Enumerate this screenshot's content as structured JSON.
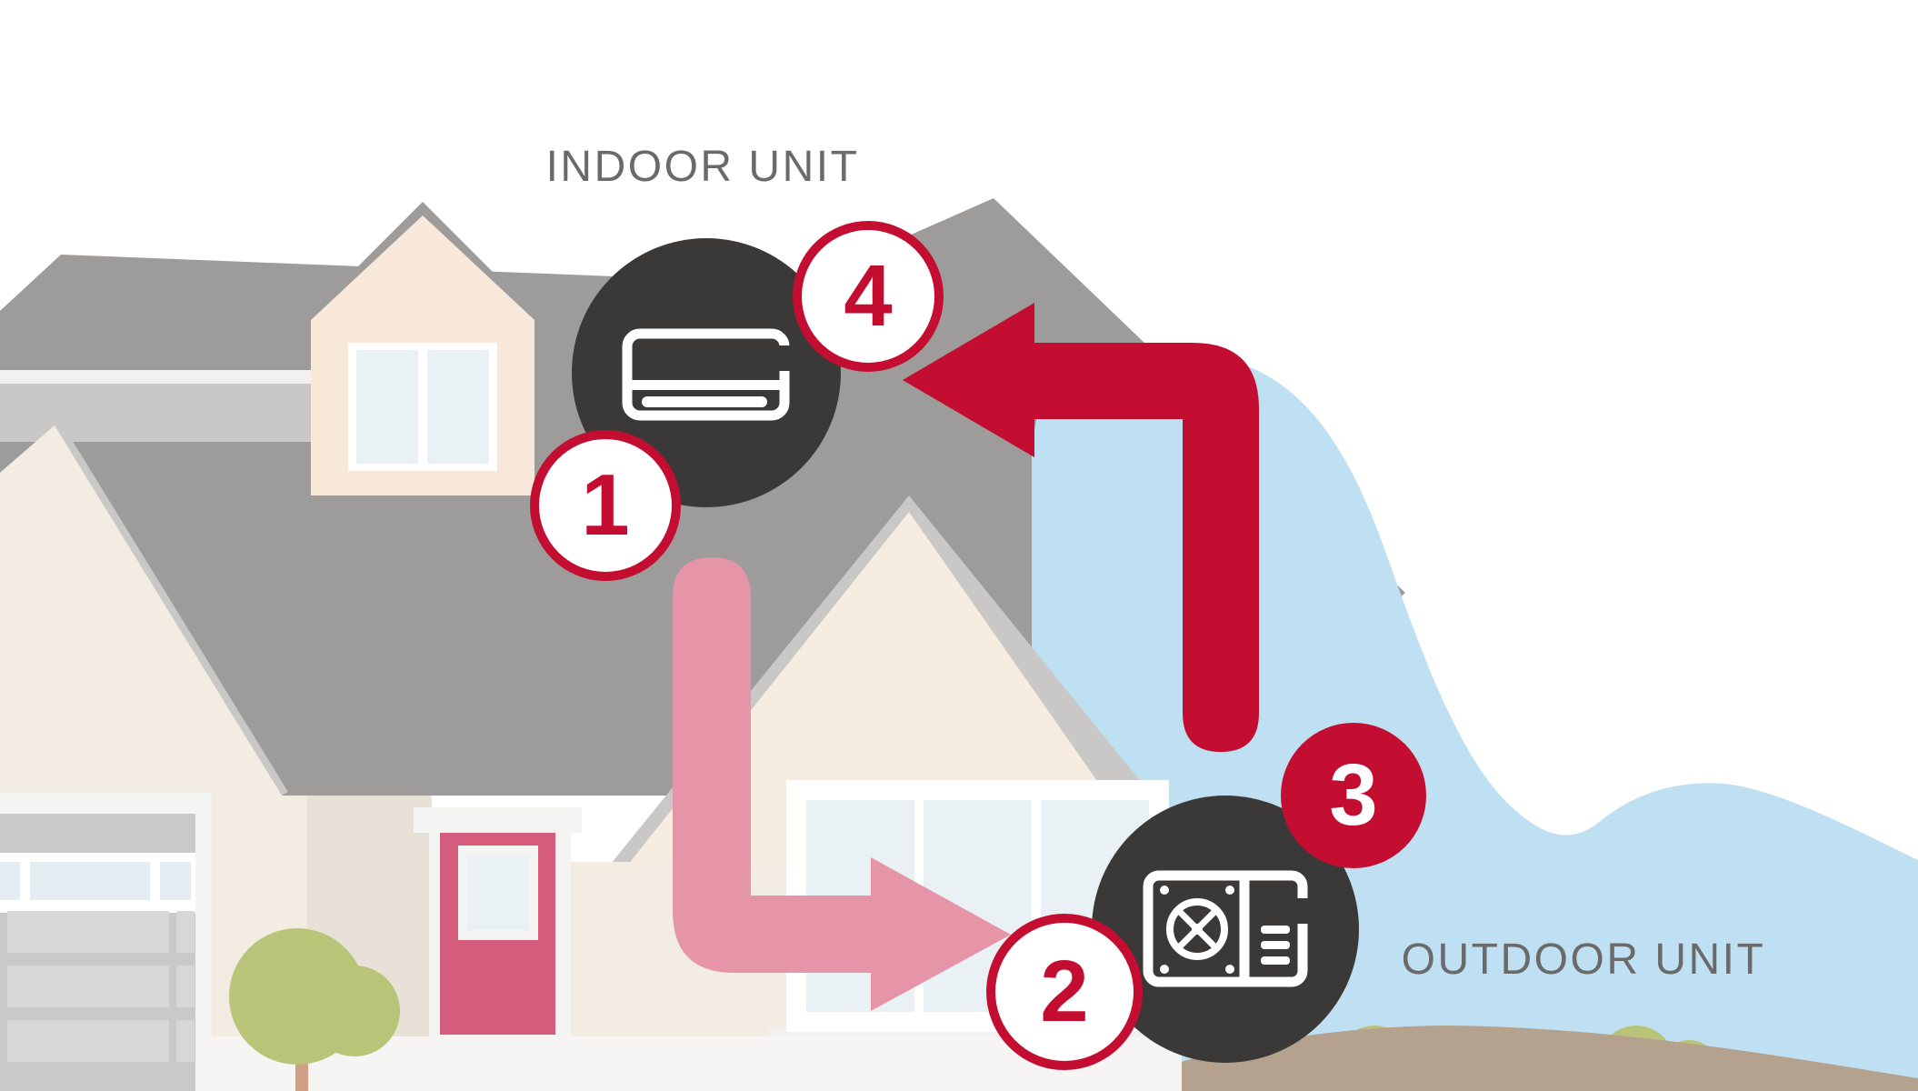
{
  "diagram": {
    "type": "heat-pump refrigerant flow infographic",
    "labels": {
      "indoor": "INDOOR UNIT",
      "outdoor": "OUTDOOR UNIT"
    },
    "steps": [
      {
        "number": "1",
        "style": "outline",
        "location": "beside indoor unit, start of pink line"
      },
      {
        "number": "2",
        "style": "outline",
        "location": "end of pink arrow at outdoor unit"
      },
      {
        "number": "3",
        "style": "solid",
        "location": "beside outdoor unit, start of red line"
      },
      {
        "number": "4",
        "style": "outline",
        "location": "end of red arrow at indoor unit"
      }
    ],
    "icons": [
      "indoor-unit-icon",
      "outdoor-unit-icon"
    ],
    "colors": {
      "accent": "#c30e31",
      "pink_arrow": "#e695a9",
      "dark_circle": "#3a3938",
      "sky_blue": "#bfdff2",
      "label_gray": "#6a6a6a",
      "roof_gray": "#9d9c9a",
      "door_red": "#d55c7c"
    }
  }
}
